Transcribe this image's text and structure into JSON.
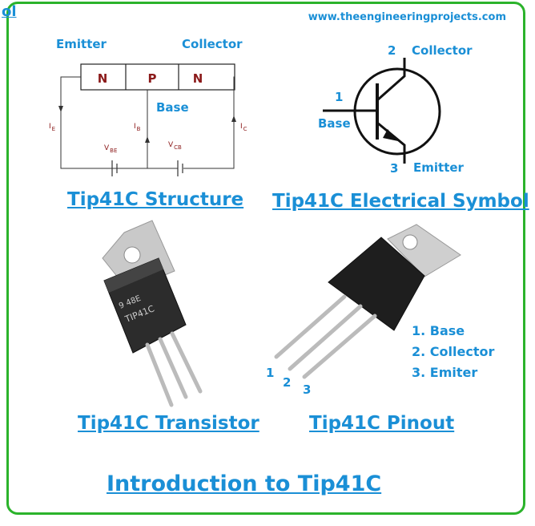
{
  "header": {
    "corner_label": "ol",
    "website": "www.theengineeringprojects.com"
  },
  "structure": {
    "caption": "Tip41C Structure",
    "emitter": "Emitter",
    "collector": "Collector",
    "base": "Base",
    "regions": [
      "N",
      "P",
      "N"
    ],
    "ie": "I",
    "ie_sub": "E",
    "ib": "I",
    "ib_sub": "B",
    "ic": "I",
    "ic_sub": "C",
    "vbe": "V",
    "vbe_sub": "BE",
    "vcb": "V",
    "vcb_sub": "CB"
  },
  "symbol": {
    "caption": "Tip41C Electrical Symbol",
    "pin1": "1",
    "pin2": "2",
    "pin3": "3",
    "base": "Base",
    "collector": "Collector",
    "emitter": "Emitter"
  },
  "transistor": {
    "caption": "Tip41C Transistor",
    "marking_line1": "9 48E",
    "marking_line2": "TIP41C"
  },
  "pinout": {
    "caption": "Tip41C Pinout",
    "pin_numbers": [
      "1",
      "2",
      "3"
    ],
    "pins": [
      "1. Base",
      "2. Collector",
      "3. Emiter"
    ]
  },
  "footer": {
    "title": "Introduction to Tip41C"
  },
  "colors": {
    "border": "#2bb32b",
    "accent": "#1a8fd6",
    "npn_text": "#8b1a1a"
  }
}
